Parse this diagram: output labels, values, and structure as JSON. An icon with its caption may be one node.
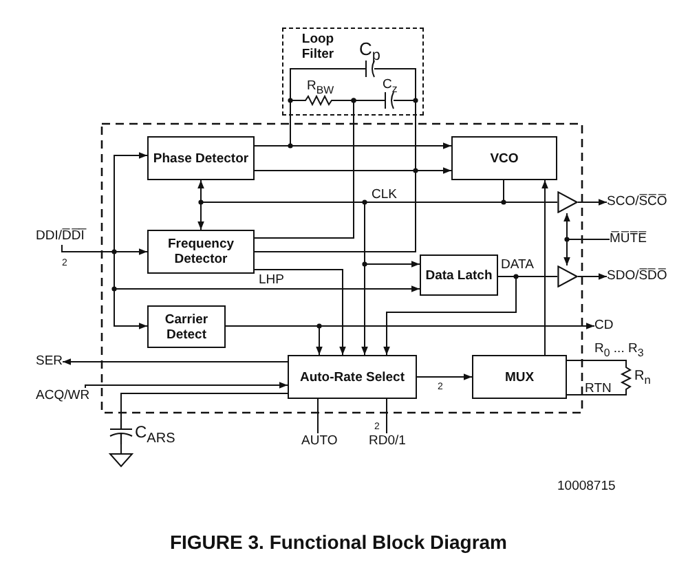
{
  "diagram": {
    "caption": "FIGURE 3. Functional Block Diagram",
    "nodes": [
      {
        "text": [
          "Loop Filter"
        ]
      },
      {
        "text": [
          "Phase Detector"
        ]
      },
      {
        "text": [
          "VCO"
        ]
      },
      {
        "text": [
          "Frequency Detector"
        ]
      },
      {
        "text": [
          "Data Latch"
        ]
      },
      {
        "text": [
          "Carrier Detect"
        ]
      },
      {
        "text": [
          "Auto-Rate Select"
        ]
      },
      {
        "text": [
          "MUX"
        ]
      },
      {
        "text": [],
        "shape": "triangle"
      },
      {
        "text": [],
        "shape": "triangle"
      },
      {
        "text": [
          "DDI/D̅D̅I̅"
        ]
      },
      {
        "text": [
          "SCO/S̅C̅O̅"
        ]
      },
      {
        "text": [
          "M̅U̅T̅E̅"
        ]
      },
      {
        "text": [
          "SDO/S̅D̅O̅"
        ]
      },
      {
        "text": [
          "CD"
        ]
      },
      {
        "text": [
          "SER"
        ]
      },
      {
        "text": [
          "ACQ/WR"
        ]
      },
      {
        "text": [
          "C$_{ARS}$"
        ]
      },
      {
        "text": [
          "AUTO"
        ]
      },
      {
        "text": [
          "RD0/1"
        ]
      },
      {
        "text": [
          "R$_{n}$"
        ]
      }
    ],
    "edges": [
      {
        "from": 1,
        "to": 2,
        "arrow": "to"
      },
      {
        "from": 1,
        "to": 2,
        "arrow": "to"
      },
      {
        "from": 1,
        "to": 0,
        "arrow": "none"
      },
      {
        "from": 3,
        "to": 0,
        "arrow": "none"
      },
      {
        "from": 3,
        "to": 0,
        "arrow": "none"
      },
      {
        "from": 2,
        "to": 8,
        "arrow": "none"
      },
      {
        "from": 2,
        "to": 1,
        "arrow": "to"
      },
      {
        "from": 2,
        "to": 3,
        "arrow": "to"
      },
      {
        "from": 2,
        "to": 4,
        "arrow": "to"
      },
      {
        "from": 2,
        "to": 6,
        "arrow": "to"
      },
      {
        "from": 10,
        "to": 1,
        "arrow": "to"
      },
      {
        "from": 10,
        "to": 3,
        "arrow": "to"
      },
      {
        "from": 10,
        "to": 5,
        "arrow": "to"
      },
      {
        "from": 10,
        "to": 4,
        "arrow": "to"
      },
      {
        "from": 3,
        "to": 6,
        "arrow": "to"
      },
      {
        "from": 5,
        "to": 14,
        "arrow": "to"
      },
      {
        "from": 5,
        "to": 6,
        "arrow": "to"
      },
      {
        "from": 4,
        "to": 9,
        "arrow": "none"
      },
      {
        "from": 4,
        "to": 6,
        "arrow": "to"
      },
      {
        "from": 8,
        "to": 11,
        "arrow": "to"
      },
      {
        "from": 9,
        "to": 13,
        "arrow": "to"
      },
      {
        "from": 12,
        "to": 8,
        "arrow": "to"
      },
      {
        "from": 12,
        "to": 9,
        "arrow": "to"
      },
      {
        "from": 6,
        "to": 15,
        "arrow": "to"
      },
      {
        "from": 16,
        "to": 6,
        "arrow": "to"
      },
      {
        "from": 6,
        "to": 17,
        "arrow": "none"
      },
      {
        "from": 6,
        "to": 18,
        "arrow": "none"
      },
      {
        "from": 6,
        "to": 19,
        "arrow": "none"
      },
      {
        "from": 6,
        "to": 7,
        "arrow": "to"
      },
      {
        "from": 7,
        "to": 2,
        "arrow": "to"
      },
      {
        "from": 7,
        "to": 20,
        "label": "R$_{0}$ ... R$_{3}$",
        "arrow": "none"
      },
      {
        "from": 7,
        "to": 20,
        "label": "RTN",
        "arrow": "none"
      }
    ],
    "labels": [
      "C$_{p}$",
      "R$_{BW}$",
      "C$_{z}$",
      "CLK",
      "LHP",
      "DATA",
      "2",
      "2",
      "2",
      "10008715"
    ]
  }
}
